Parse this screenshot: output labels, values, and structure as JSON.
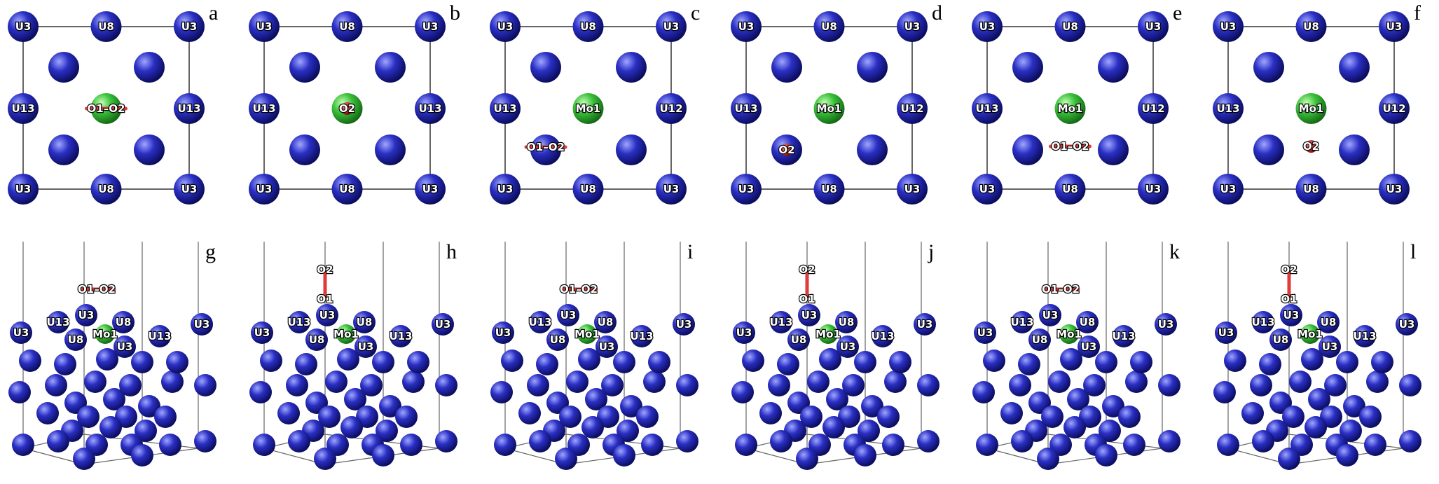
{
  "colors": {
    "uranium": "#2a2fc4",
    "molybdenum": "#3ac23a",
    "oxygen": "#e03a3a",
    "cell_edge": "#333333"
  },
  "labels": {
    "u3": "U3",
    "u8": "U8",
    "u13": "U13",
    "u12": "U12",
    "mo1": "Mo1",
    "o1": "O1",
    "o2": "O2"
  },
  "top_panels": [
    {
      "letter": "a",
      "mode": "center-horizontal",
      "o_text": "O1–O2",
      "mo_label": ""
    },
    {
      "letter": "b",
      "mode": "center-vertical",
      "o_text": "O2",
      "mo_label": ""
    },
    {
      "letter": "c",
      "mode": "hollow-horizontal",
      "o_text": "O1–O2",
      "mo_label": "Mo1"
    },
    {
      "letter": "d",
      "mode": "hollow-single",
      "o_text": "O2",
      "mo_label": "Mo1"
    },
    {
      "letter": "e",
      "mode": "bridge-horizontal",
      "o_text": "O1–O2",
      "mo_label": "Mo1"
    },
    {
      "letter": "f",
      "mode": "bridge-single",
      "o_text": "O2",
      "mo_label": "Mo1"
    }
  ],
  "bottom_panels": [
    {
      "letter": "g",
      "mode": "horizontal",
      "o_text": "O1–O2"
    },
    {
      "letter": "h",
      "mode": "vertical",
      "o_top": "O2",
      "o_bottom": "O1"
    },
    {
      "letter": "i",
      "mode": "horizontal",
      "o_text": "O1–O2"
    },
    {
      "letter": "j",
      "mode": "vertical",
      "o_top": "O2",
      "o_bottom": "O1"
    },
    {
      "letter": "k",
      "mode": "horizontal",
      "o_text": "O1–O2"
    },
    {
      "letter": "l",
      "mode": "vertical",
      "o_top": "O2",
      "o_bottom": "O1"
    }
  ]
}
